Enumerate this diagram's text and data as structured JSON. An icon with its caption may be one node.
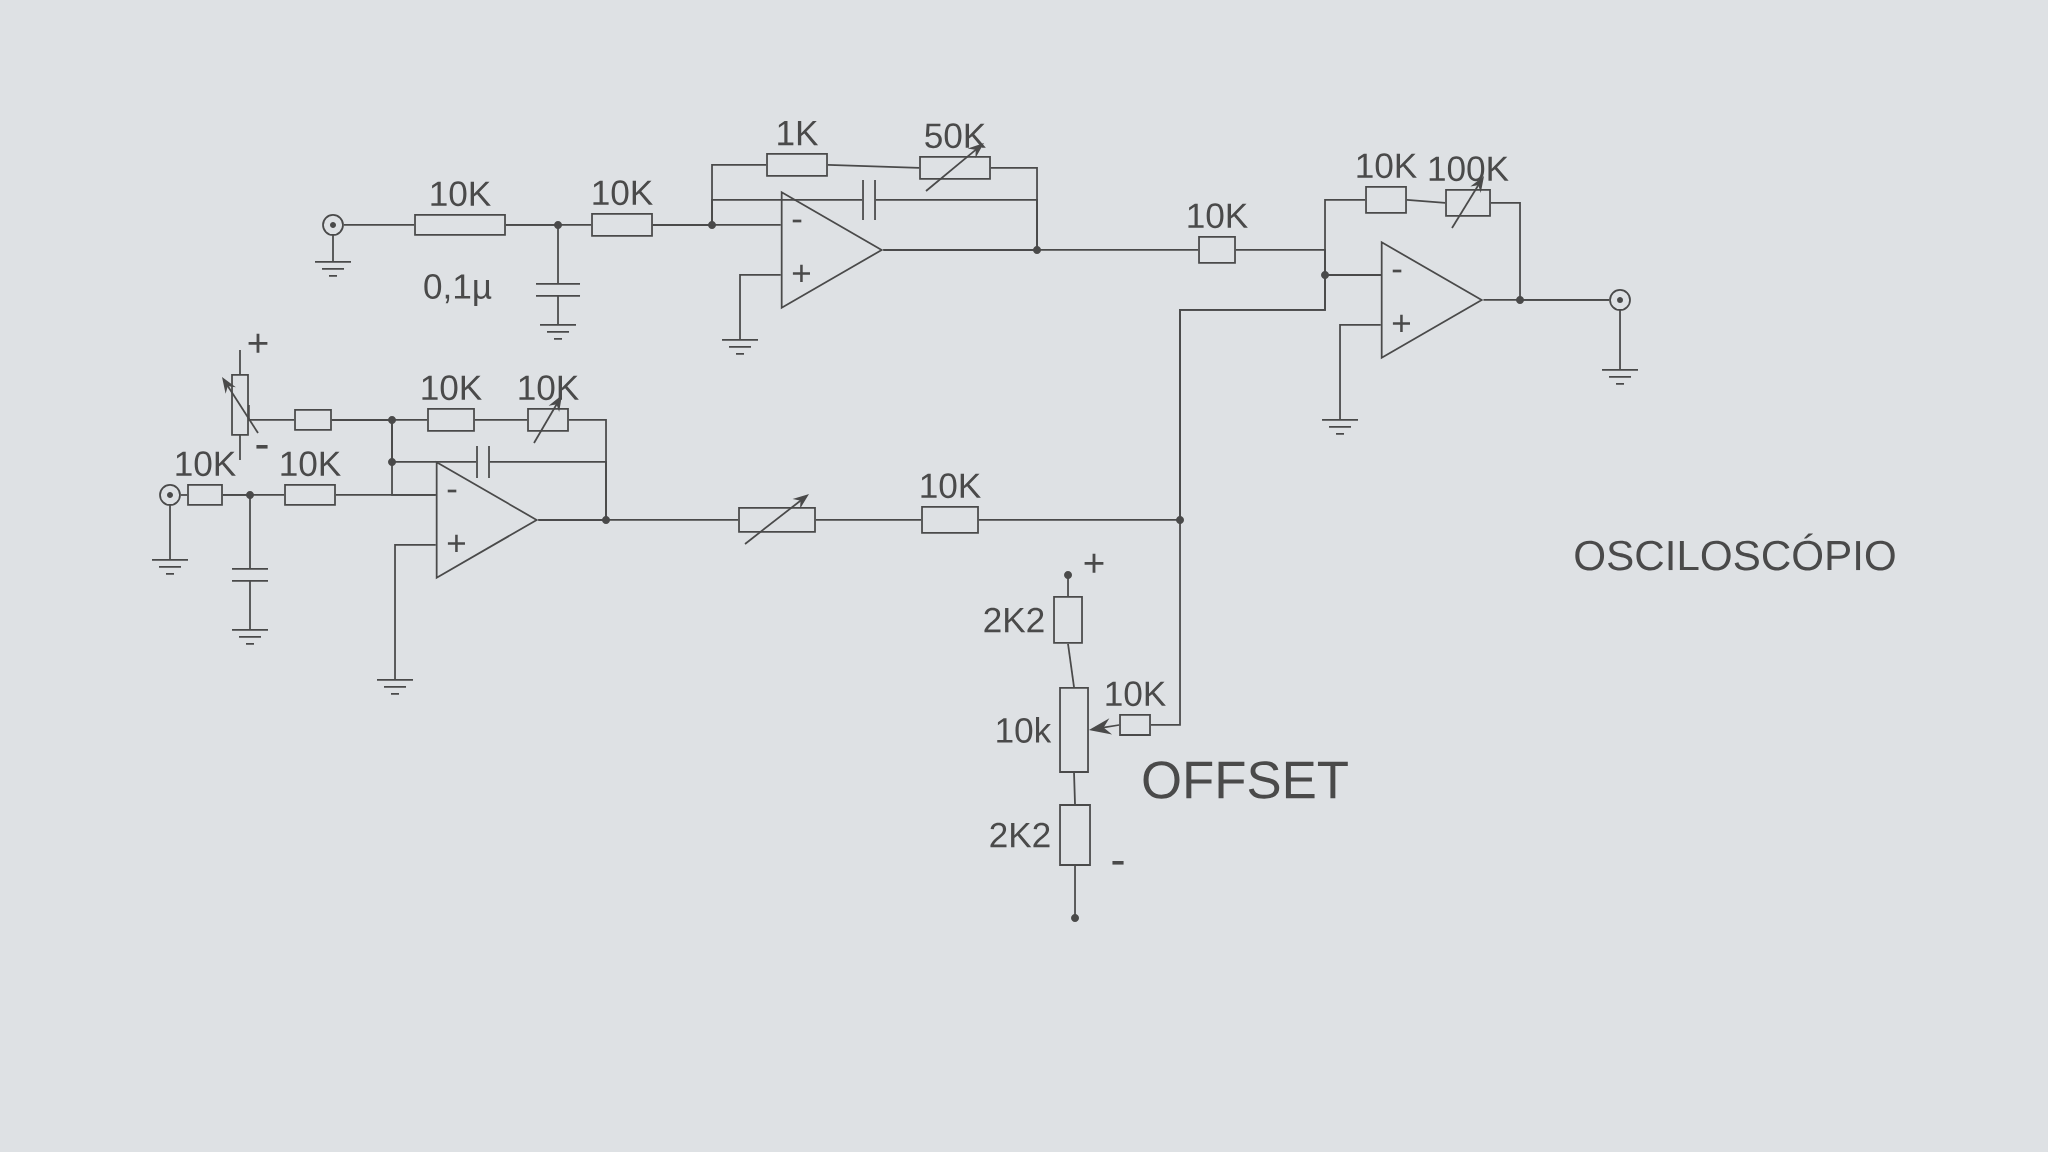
{
  "diagram": {
    "nodes": [
      {
        "text": [],
        "shape": "circle"
      },
      {
        "text": [
          "10K"
        ]
      },
      {
        "text": [
          "0,1µ"
        ]
      },
      {
        "text": [
          "10K"
        ]
      },
      {
        "text": [
          "-",
          "+"
        ]
      },
      {
        "text": [
          "1K"
        ]
      },
      {
        "text": [
          "50K"
        ]
      },
      {
        "text": [],
        "shape": "capacitor"
      },
      {
        "text": [
          "10K"
        ]
      },
      {
        "text": [
          "-",
          "+"
        ]
      },
      {
        "text": [
          "10K"
        ]
      },
      {
        "text": [
          "100K"
        ]
      },
      {
        "text": [],
        "shape": "circle"
      },
      {
        "text": [],
        "shape": "potentiometer"
      },
      {
        "text": [],
        "shape": "box"
      },
      {
        "text": [
          "10K"
        ]
      },
      {
        "text": [
          "10K"
        ]
      },
      {
        "text": [],
        "shape": "capacitor"
      },
      {
        "text": [],
        "shape": "circle"
      },
      {
        "text": [
          "10K"
        ]
      },
      {
        "text": [],
        "shape": "capacitor"
      },
      {
        "text": [
          "10K"
        ]
      },
      {
        "text": [
          "-",
          "+"
        ]
      },
      {
        "text": [],
        "shape": "potentiometer"
      },
      {
        "text": [
          "10K"
        ]
      },
      {
        "text": [
          "2K2"
        ]
      },
      {
        "text": [
          "10k"
        ]
      },
      {
        "text": [
          "2K2"
        ]
      },
      {
        "text": [
          "10K"
        ]
      },
      {
        "text": [],
        "shape": "ground"
      },
      {
        "text": [],
        "shape": "ground"
      },
      {
        "text": [],
        "shape": "ground"
      }
    ],
    "edges": [
      {
        "from": 0,
        "to": 1,
        "arrow": "none"
      },
      {
        "from": 1,
        "to": 3,
        "arrow": "none"
      },
      {
        "from": 1,
        "to": 2,
        "arrow": "none"
      },
      {
        "from": 3,
        "to": 4,
        "arrow": "none"
      },
      {
        "from": 3,
        "to": 5,
        "arrow": "none"
      },
      {
        "from": 3,
        "to": 7,
        "arrow": "none"
      },
      {
        "from": 5,
        "to": 6,
        "arrow": "none"
      },
      {
        "from": 6,
        "to": 4,
        "arrow": "none"
      },
      {
        "from": 7,
        "to": 4,
        "arrow": "none"
      },
      {
        "from": 4,
        "to": 8,
        "arrow": "none"
      },
      {
        "from": 8,
        "to": 9,
        "arrow": "none"
      },
      {
        "from": 9,
        "to": 10,
        "arrow": "none"
      },
      {
        "from": 10,
        "to": 11,
        "arrow": "none"
      },
      {
        "from": 11,
        "to": 12,
        "arrow": "none"
      },
      {
        "from": 9,
        "to": 12,
        "arrow": "none"
      },
      {
        "from": 13,
        "to": 14,
        "arrow": "none"
      },
      {
        "from": 14,
        "to": 15,
        "arrow": "none"
      },
      {
        "from": 14,
        "to": 17,
        "arrow": "none"
      },
      {
        "from": 14,
        "to": 22,
        "arrow": "none"
      },
      {
        "from": 15,
        "to": 16,
        "arrow": "none"
      },
      {
        "from": 16,
        "to": 22,
        "arrow": "none"
      },
      {
        "from": 17,
        "to": 22,
        "arrow": "none"
      },
      {
        "from": 18,
        "to": 19,
        "arrow": "none"
      },
      {
        "from": 19,
        "to": 21,
        "arrow": "none"
      },
      {
        "from": 19,
        "to": 20,
        "arrow": "none"
      },
      {
        "from": 21,
        "to": 22,
        "arrow": "none"
      },
      {
        "from": 22,
        "to": 23,
        "arrow": "none"
      },
      {
        "from": 23,
        "to": 24,
        "arrow": "none"
      },
      {
        "from": 24,
        "to": 9,
        "arrow": "none"
      },
      {
        "from": 28,
        "to": 9,
        "arrow": "none"
      },
      {
        "from": 25,
        "to": 26,
        "arrow": "none"
      },
      {
        "from": 26,
        "to": 27,
        "arrow": "none"
      },
      {
        "from": 28,
        "to": 26,
        "arrow": "to"
      },
      {
        "from": 4,
        "to": 29,
        "arrow": "none"
      },
      {
        "from": 9,
        "to": 30,
        "arrow": "none"
      },
      {
        "from": 22,
        "to": 31,
        "arrow": "none"
      }
    ],
    "labels": [
      "+",
      "-",
      "+",
      "-",
      "OFFSET",
      "OSCILOSCÓPIO"
    ]
  }
}
